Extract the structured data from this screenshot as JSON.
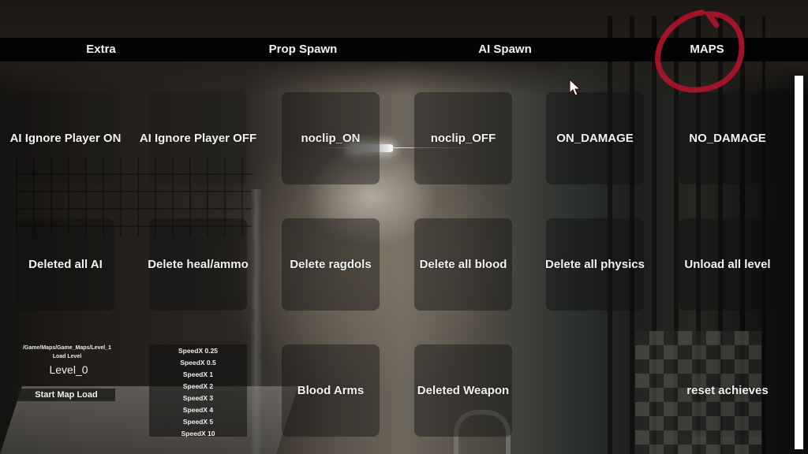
{
  "tabs": [
    {
      "label": "Extra"
    },
    {
      "label": "Prop Spawn"
    },
    {
      "label": "AI Spawn"
    },
    {
      "label": "MAPS"
    }
  ],
  "grid": {
    "row1": [
      {
        "label": "AI Ignore Player ON"
      },
      {
        "label": "AI Ignore Player OFF"
      },
      {
        "label": "noclip_ON"
      },
      {
        "label": "noclip_OFF"
      },
      {
        "label": "ON_DAMAGE"
      },
      {
        "label": "NO_DAMAGE"
      }
    ],
    "row2": [
      {
        "label": "Deleted all AI"
      },
      {
        "label": "Delete heal/ammo"
      },
      {
        "label": "Delete ragdols"
      },
      {
        "label": "Delete all blood"
      },
      {
        "label": "Delete all physics"
      },
      {
        "label": "Unload all level"
      }
    ],
    "row3": [
      {
        "label": "Blood Arms"
      },
      {
        "label": "Deleted Weapon"
      },
      {
        "label": "reset achieves"
      }
    ]
  },
  "map_loader": {
    "path": "/Game/Maps/Game_Maps/Level_1",
    "load_label": "Load Level",
    "level_value": "Level_0",
    "start_button": "Start Map Load"
  },
  "speed_options": [
    {
      "label": "SpeedX 0.25"
    },
    {
      "label": "SpeedX 0.5"
    },
    {
      "label": "SpeedX 1"
    },
    {
      "label": "SpeedX 2"
    },
    {
      "label": "SpeedX 3"
    },
    {
      "label": "SpeedX 4"
    },
    {
      "label": "SpeedX 5"
    },
    {
      "label": "SpeedX 10"
    }
  ],
  "colors": {
    "tabbar_bg": "#030303",
    "text": "#f3f3f3",
    "annotation_circle": "#b0142a",
    "scrollbar": "#ffffff"
  }
}
